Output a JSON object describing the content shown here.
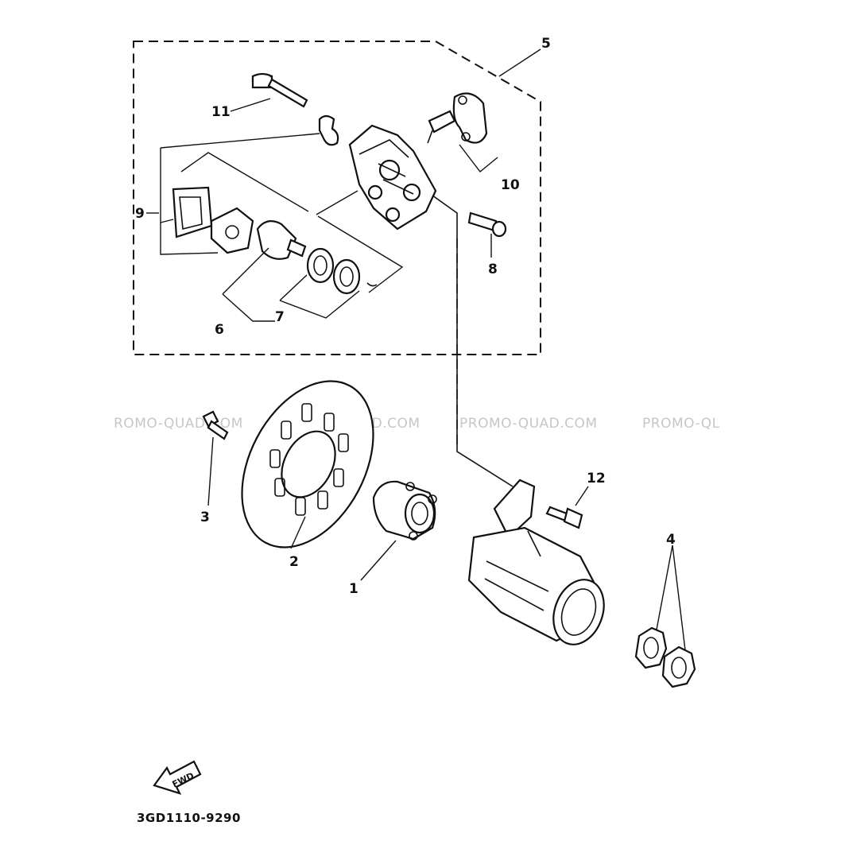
{
  "callouts": [
    "1",
    "2",
    "3",
    "4",
    "5",
    "6",
    "7",
    "8",
    "9",
    "10",
    "11",
    "12"
  ],
  "watermarks": [
    "ROMO-QUAD.COM",
    "PROMO-QUAD.COM",
    "PROMO-QUAD.COM",
    "PROMO-QL"
  ],
  "fwd_label": "FWD",
  "drawing_code": "3GD1110-9290",
  "colors": {
    "ink": "#111111",
    "watermark": "#c7c7c7",
    "background": "#ffffff"
  }
}
